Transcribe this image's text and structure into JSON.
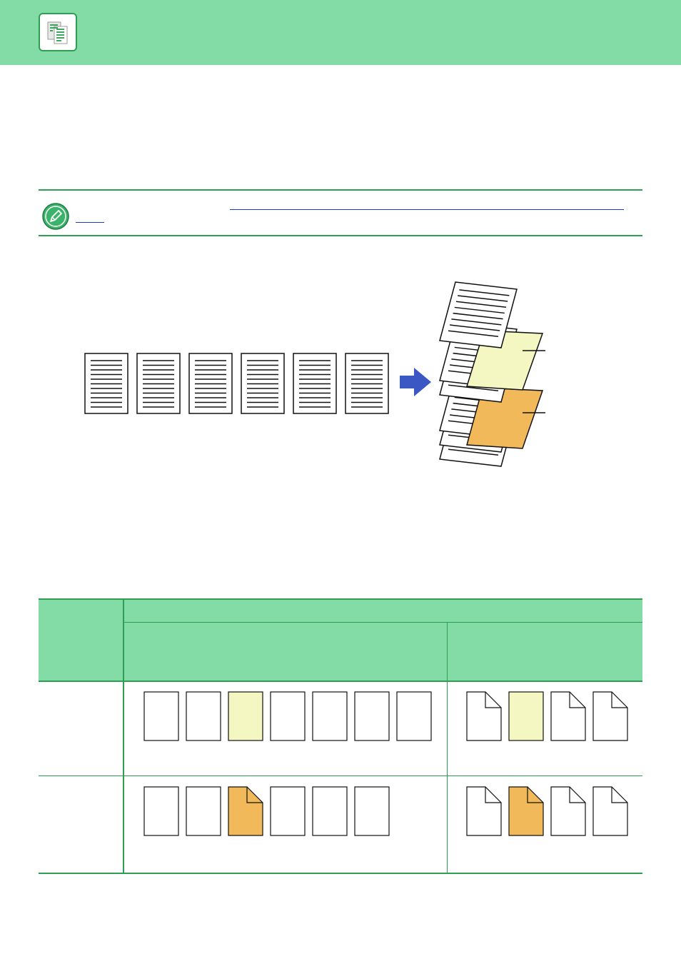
{
  "header": {
    "icon": "copy-document-icon",
    "background": "#83dba6",
    "border_color": "#2f9e55"
  },
  "note": {
    "icon": "pencil-icon",
    "link_color": "#1a3cc8"
  },
  "illustration": {
    "original_pages": 6,
    "arrow_color": "#3b57c4",
    "arrow_icon": "right-arrow-icon",
    "insert_colors": [
      "#f5f7c2",
      "#f2b95a"
    ]
  },
  "table": {
    "header_color": "#83dba6",
    "rows": [
      {
        "left": [
          "plain",
          "plain",
          "yellow",
          "plain",
          "plain",
          "plain",
          "plain"
        ],
        "right": [
          "folded",
          "yellow",
          "folded",
          "folded"
        ]
      },
      {
        "left": [
          "plain",
          "plain",
          "orange-folded",
          "plain",
          "plain",
          "plain"
        ],
        "right": [
          "folded",
          "orange-folded",
          "folded",
          "folded"
        ]
      }
    ]
  }
}
